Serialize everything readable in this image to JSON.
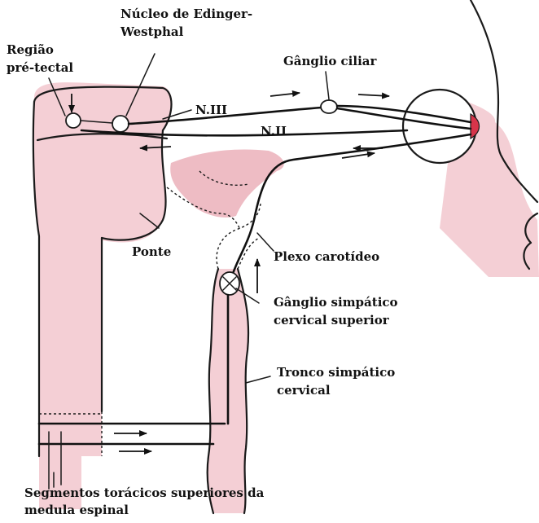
{
  "colors": {
    "tissue_fill": "#f4cfd5",
    "tissue_fill_dark": "#eebcc4",
    "ink": "#111111",
    "pupil": "#d7344a",
    "background": "#ffffff"
  },
  "labels": {
    "edinger_westphal_line1": "Núcleo de Edinger-",
    "edinger_westphal_line2": "Westphal",
    "pretectal_line1": "Região",
    "pretectal_line2": "pré-tectal",
    "ciliary_ganglion": "Gânglio ciliar",
    "n3": "N.III",
    "n2": "N.II",
    "pons": "Ponte",
    "carotid_plexus": "Plexo carotídeo",
    "superior_cervical_ganglion_line1": "Gânglio simpático",
    "superior_cervical_ganglion_line2": "cervical superior",
    "cervical_trunk_line1": "Tronco simpático",
    "cervical_trunk_line2": "cervical",
    "thoracic_segments_line1": "Segmentos torácicos superiores da",
    "thoracic_segments_line2": "medula espinal"
  }
}
